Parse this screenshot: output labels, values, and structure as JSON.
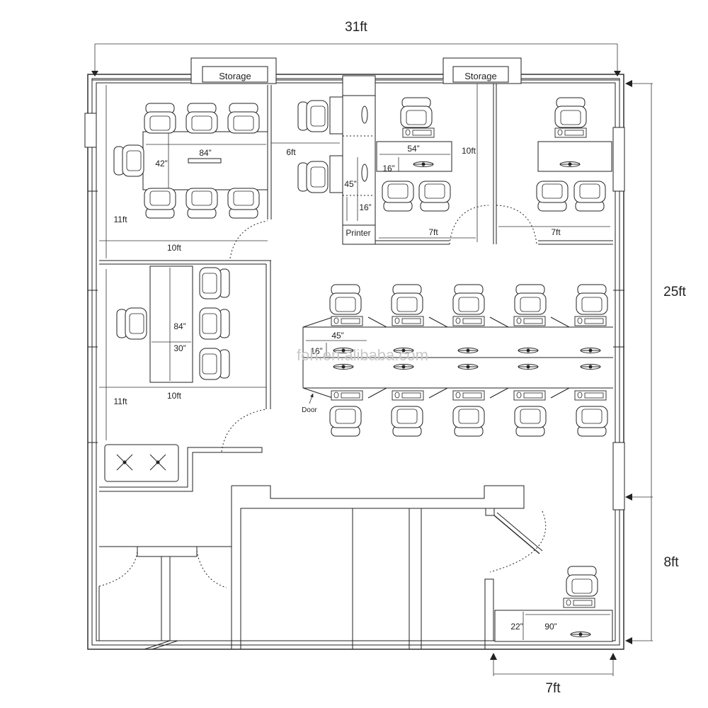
{
  "dimensions": {
    "overall_width": "31ft",
    "overall_depth": "25ft",
    "right_lower": "8ft",
    "bottom_office": "7ft"
  },
  "labels": {
    "storage_left": "Storage",
    "storage_right": "Storage",
    "printer": "Printer",
    "door": "Door"
  },
  "meeting_room": {
    "table_length": "84”",
    "table_width": "42”",
    "room_width": "10ft",
    "room_depth": "11ft"
  },
  "corridor": {
    "width": "6ft"
  },
  "reception_desks": {
    "desk_depth": "45”",
    "return": "16”"
  },
  "top_offices": {
    "left_desk": "54”",
    "left_return": "16”",
    "room_depth": "10ft",
    "left_width": "7ft",
    "right_width": "7ft"
  },
  "lounge": {
    "table_length": "84”",
    "table_width": "30”",
    "room_width": "10ft",
    "room_depth": "11ft"
  },
  "workstations": {
    "desk_depth": "45”",
    "return": "16”"
  },
  "bottom_office": {
    "desk_depth": "22”",
    "desk_width": "90”"
  },
  "watermark": "foh.en.alibaba.com"
}
